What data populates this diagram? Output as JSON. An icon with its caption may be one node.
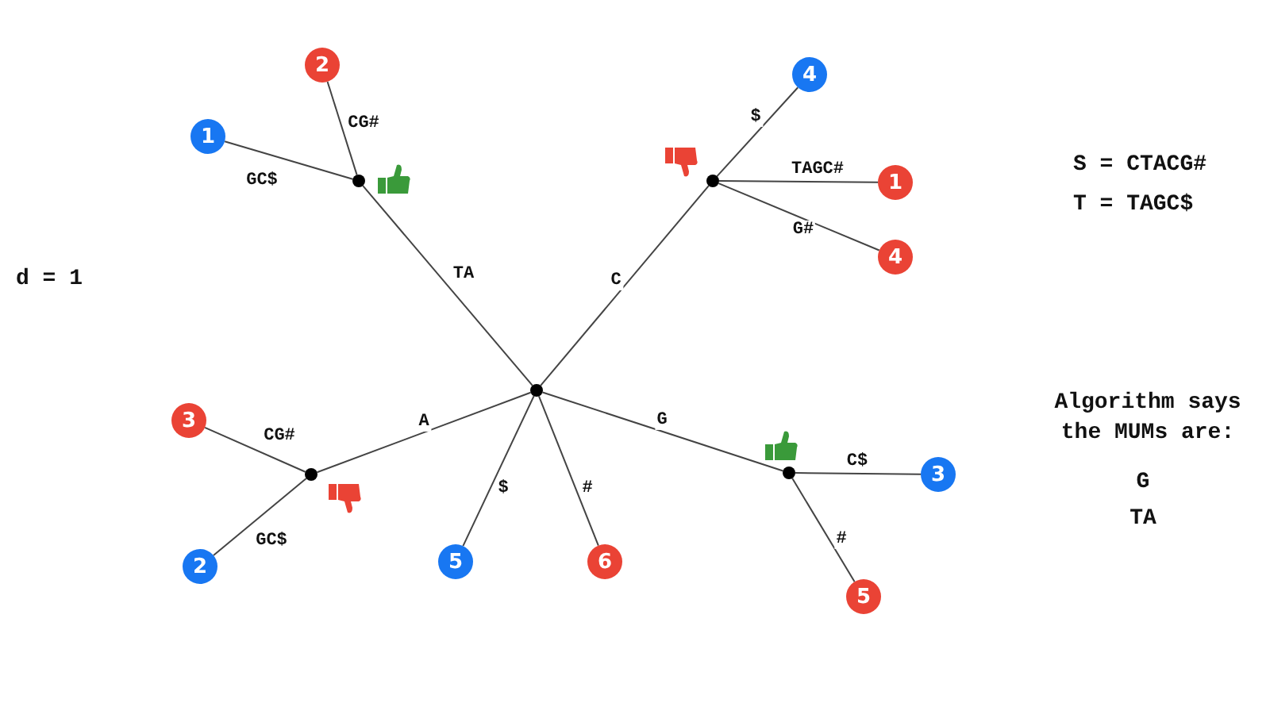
{
  "diagram": {
    "nodes": [
      {
        "text": [
          "2"
        ]
      },
      {
        "text": [
          "4"
        ]
      },
      {
        "text": [
          "1"
        ]
      },
      {
        "text": [],
        "shape": "circle"
      },
      {
        "text": [],
        "shape": "circle"
      },
      {
        "text": [
          "1"
        ]
      },
      {
        "text": [
          "4"
        ]
      },
      {
        "text": [],
        "shape": "circle"
      },
      {
        "text": [
          "3"
        ]
      },
      {
        "text": [],
        "shape": "circle"
      },
      {
        "text": [],
        "shape": "circle"
      },
      {
        "text": [
          "3"
        ]
      },
      {
        "text": [
          "2"
        ]
      },
      {
        "text": [
          "5"
        ]
      },
      {
        "text": [
          "6"
        ]
      },
      {
        "text": [
          "5"
        ]
      }
    ],
    "edges": [
      {
        "from": 7,
        "to": 3,
        "arrow": "none",
        "label": "TA"
      },
      {
        "from": 7,
        "to": 4,
        "arrow": "none",
        "label": "C"
      },
      {
        "from": 7,
        "to": 9,
        "arrow": "none",
        "label": "A"
      },
      {
        "from": 7,
        "to": 10,
        "arrow": "none",
        "label": "G"
      },
      {
        "from": 7,
        "to": 13,
        "arrow": "none",
        "label": "$"
      },
      {
        "from": 7,
        "to": 14,
        "arrow": "none",
        "label": "#"
      },
      {
        "from": 3,
        "to": 2,
        "arrow": "none",
        "label": "GC$"
      },
      {
        "from": 3,
        "to": 0,
        "arrow": "none",
        "label": "CG#"
      },
      {
        "from": 4,
        "to": 1,
        "arrow": "none",
        "label": "$"
      },
      {
        "from": 4,
        "to": 5,
        "arrow": "none",
        "label": "TAGC#"
      },
      {
        "from": 4,
        "to": 6,
        "arrow": "none",
        "label": "G#"
      },
      {
        "from": 9,
        "to": 8,
        "arrow": "none",
        "label": "CG#"
      },
      {
        "from": 9,
        "to": 12,
        "arrow": "none",
        "label": "GC$"
      },
      {
        "from": 10,
        "to": 11,
        "arrow": "none",
        "label": "C$"
      },
      {
        "from": 10,
        "to": 15,
        "arrow": "none",
        "label": "#"
      }
    ],
    "labels": [
      "d = 1",
      "S = CTACG#",
      "T = TAGC$",
      "Algorithm says the MUMs are:",
      "G",
      "TA"
    ]
  }
}
